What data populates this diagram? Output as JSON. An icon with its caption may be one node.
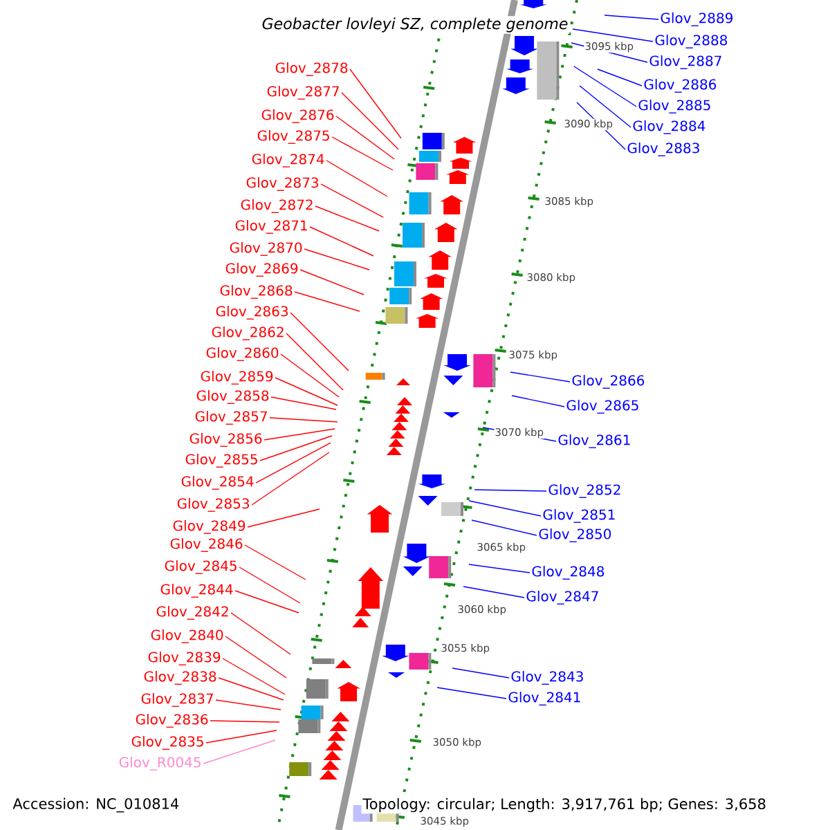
{
  "diagram": {
    "title": "Geobacter lovleyi SZ, complete genome",
    "nodes": [
      {
        "text": [
          "Glov_2878"
        ]
      },
      {
        "text": [
          "Glov_2877"
        ]
      },
      {
        "text": [
          "Glov_2876"
        ]
      },
      {
        "text": [
          "Glov_2875"
        ]
      },
      {
        "text": [
          "Glov_2874"
        ]
      },
      {
        "text": [
          "Glov_2873"
        ]
      },
      {
        "text": [
          "Glov_2872"
        ]
      },
      {
        "text": [
          "Glov_2871"
        ]
      },
      {
        "text": [
          "Glov_2870"
        ]
      },
      {
        "text": [
          "Glov_2869"
        ]
      },
      {
        "text": [
          "Glov_2868"
        ]
      },
      {
        "text": [
          "Glov_2863"
        ]
      },
      {
        "text": [
          "Glov_2862"
        ]
      },
      {
        "text": [
          "Glov_2860"
        ]
      },
      {
        "text": [
          "Glov_2859"
        ]
      },
      {
        "text": [
          "Glov_2858"
        ]
      },
      {
        "text": [
          "Glov_2857"
        ]
      },
      {
        "text": [
          "Glov_2856"
        ]
      },
      {
        "text": [
          "Glov_2855"
        ]
      },
      {
        "text": [
          "Glov_2854"
        ]
      },
      {
        "text": [
          "Glov_2853"
        ]
      },
      {
        "text": [
          "Glov_2849"
        ]
      },
      {
        "text": [
          "Glov_2846"
        ]
      },
      {
        "text": [
          "Glov_2845"
        ]
      },
      {
        "text": [
          "Glov_2844"
        ]
      },
      {
        "text": [
          "Glov_2842"
        ]
      },
      {
        "text": [
          "Glov_2840"
        ]
      },
      {
        "text": [
          "Glov_2839"
        ]
      },
      {
        "text": [
          "Glov_2838"
        ]
      },
      {
        "text": [
          "Glov_2837"
        ]
      },
      {
        "text": [
          "Glov_2836"
        ]
      },
      {
        "text": [
          "Glov_2835"
        ]
      },
      {
        "text": [
          "Glov_R0045"
        ]
      },
      {
        "text": [
          "Glov_2889"
        ]
      },
      {
        "text": [
          "Glov_2888"
        ]
      },
      {
        "text": [
          "Glov_2887"
        ]
      },
      {
        "text": [
          "Glov_2886"
        ]
      },
      {
        "text": [
          "Glov_2885"
        ]
      },
      {
        "text": [
          "Glov_2884"
        ]
      },
      {
        "text": [
          "Glov_2883"
        ]
      },
      {
        "text": [
          "Glov_2866"
        ]
      },
      {
        "text": [
          "Glov_2865"
        ]
      },
      {
        "text": [
          "Glov_2861"
        ]
      },
      {
        "text": [
          "Glov_2852"
        ]
      },
      {
        "text": [
          "Glov_2851"
        ]
      },
      {
        "text": [
          "Glov_2850"
        ]
      },
      {
        "text": [
          "Glov_2848"
        ]
      },
      {
        "text": [
          "Glov_2847"
        ]
      },
      {
        "text": [
          "Glov_2843"
        ]
      },
      {
        "text": [
          "Glov_2841"
        ]
      }
    ],
    "edges": [
      {
        "from": 0,
        "to": null,
        "arrow": "none"
      },
      {
        "from": 1,
        "to": null,
        "arrow": "none"
      },
      {
        "from": 2,
        "to": null,
        "arrow": "none"
      },
      {
        "from": 3,
        "to": null,
        "arrow": "none"
      },
      {
        "from": 4,
        "to": null,
        "arrow": "none"
      },
      {
        "from": 5,
        "to": null,
        "arrow": "none"
      },
      {
        "from": 6,
        "to": null,
        "arrow": "none"
      },
      {
        "from": 7,
        "to": null,
        "arrow": "none"
      },
      {
        "from": 8,
        "to": null,
        "arrow": "none"
      },
      {
        "from": 9,
        "to": null,
        "arrow": "none"
      },
      {
        "from": 10,
        "to": null,
        "arrow": "none"
      },
      {
        "from": 11,
        "to": null,
        "arrow": "none"
      },
      {
        "from": 12,
        "to": null,
        "arrow": "none"
      },
      {
        "from": 13,
        "to": null,
        "arrow": "none"
      },
      {
        "from": 14,
        "to": null,
        "arrow": "none"
      },
      {
        "from": 15,
        "to": null,
        "arrow": "none"
      },
      {
        "from": 16,
        "to": null,
        "arrow": "none"
      },
      {
        "from": 17,
        "to": null,
        "arrow": "none"
      },
      {
        "from": 18,
        "to": null,
        "arrow": "none"
      },
      {
        "from": 19,
        "to": null,
        "arrow": "none"
      },
      {
        "from": 20,
        "to": null,
        "arrow": "none"
      },
      {
        "from": 21,
        "to": null,
        "arrow": "none"
      },
      {
        "from": 22,
        "to": null,
        "arrow": "none"
      },
      {
        "from": 23,
        "to": null,
        "arrow": "none"
      },
      {
        "from": 24,
        "to": null,
        "arrow": "none"
      },
      {
        "from": 25,
        "to": null,
        "arrow": "none"
      },
      {
        "from": 26,
        "to": null,
        "arrow": "none"
      },
      {
        "from": 27,
        "to": null,
        "arrow": "none"
      },
      {
        "from": 28,
        "to": null,
        "arrow": "none"
      },
      {
        "from": 29,
        "to": null,
        "arrow": "none"
      },
      {
        "from": 30,
        "to": null,
        "arrow": "none"
      },
      {
        "from": 31,
        "to": null,
        "arrow": "none"
      },
      {
        "from": 32,
        "to": null,
        "arrow": "none",
        "color": "#ff88cc"
      },
      {
        "from": 33,
        "to": null,
        "arrow": "none",
        "color": "#0000ff"
      },
      {
        "from": 34,
        "to": null,
        "arrow": "none",
        "color": "#0000ff"
      },
      {
        "from": 35,
        "to": null,
        "arrow": "none",
        "color": "#0000ff"
      },
      {
        "from": 36,
        "to": null,
        "arrow": "none",
        "color": "#0000ff"
      },
      {
        "from": 37,
        "to": null,
        "arrow": "none",
        "color": "#0000ff"
      },
      {
        "from": 38,
        "to": null,
        "arrow": "none",
        "color": "#0000ff"
      },
      {
        "from": 39,
        "to": null,
        "arrow": "none",
        "color": "#0000ff"
      },
      {
        "from": 40,
        "to": null,
        "arrow": "none",
        "color": "#0000ff"
      },
      {
        "from": 41,
        "to": null,
        "arrow": "none",
        "color": "#0000ff"
      },
      {
        "from": 42,
        "to": null,
        "arrow": "none",
        "color": "#0000ff"
      },
      {
        "from": 43,
        "to": null,
        "arrow": "none",
        "color": "#0000ff"
      },
      {
        "from": 44,
        "to": null,
        "arrow": "none",
        "color": "#0000ff"
      },
      {
        "from": 45,
        "to": null,
        "arrow": "none",
        "color": "#0000ff"
      },
      {
        "from": 46,
        "to": null,
        "arrow": "none",
        "color": "#0000ff"
      },
      {
        "from": 47,
        "to": null,
        "arrow": "none",
        "color": "#0000ff"
      },
      {
        "from": 48,
        "to": null,
        "arrow": "none",
        "color": "#0000ff"
      },
      {
        "from": 49,
        "to": null,
        "arrow": "none",
        "color": "#0000ff"
      }
    ],
    "labels": [
      "3095 kbp",
      "3090 kbp",
      "3085 kbp",
      "3080 kbp",
      "3075 kbp",
      "3070 kbp",
      "3065 kbp",
      "3060 kbp",
      "3055 kbp",
      "3050 kbp",
      "3045 kbp",
      "Accession: NC_010814",
      "Topology: circular; Length: 3,917,761 bp; Genes: 3,658"
    ]
  }
}
